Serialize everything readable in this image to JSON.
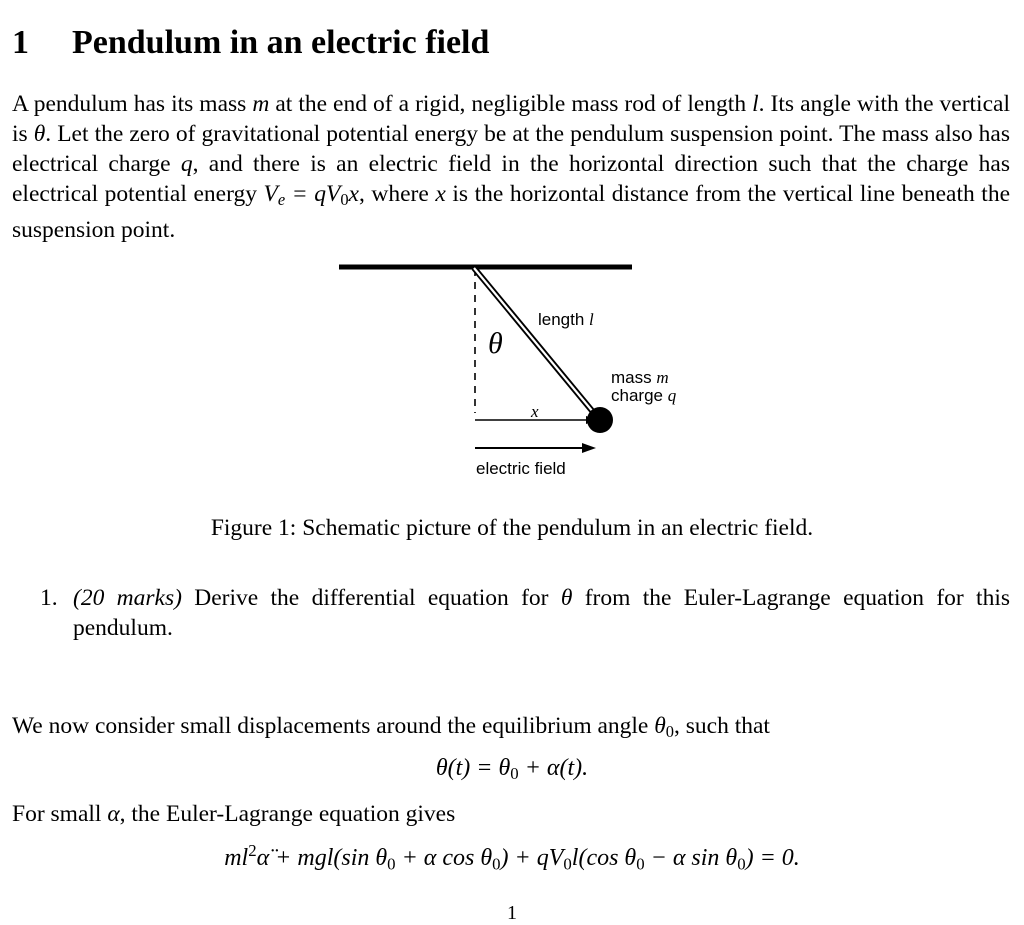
{
  "section": {
    "number": "1",
    "title": "Pendulum in an electric field"
  },
  "intro": {
    "s1": "A pendulum has its mass ",
    "m": "m",
    "s2": " at the end of a rigid, negligible mass rod of length ",
    "l": "l",
    "s3": ". Its angle with the vertical is ",
    "theta": "θ",
    "s4": ". Let the zero of gravitational potential energy be at the pendulum suspension point. The mass also has electrical charge ",
    "q": "q",
    "s5": ", and there is an electric field in the horizontal direction such that the charge has electrical potential energy ",
    "V": "V",
    "e": "e",
    "eq_rhs": " = qV",
    "zero": "0",
    "x_var": "x",
    "s6": ", where ",
    "x_var2": "x",
    "s7": " is the horizontal distance from the vertical line beneath the suspension point."
  },
  "figure": {
    "theta_symbol": "θ",
    "length_label": "length ",
    "length_var": "l",
    "mass_label": "mass ",
    "mass_var": "m",
    "charge_label": "charge ",
    "charge_var": "q",
    "x_label": "x",
    "field_label": "electric field",
    "caption": "Figure 1: Schematic picture of the pendulum in an electric field."
  },
  "question1": {
    "number": "1.",
    "marks": "(20 marks)",
    "t1": " Derive the differential equation for ",
    "theta": "θ",
    "t2": " from the Euler-Lagrange equation for this pendulum."
  },
  "para2": {
    "t1": "We now consider small displacements around the equilibrium angle ",
    "theta": "θ",
    "zero": "0",
    "t2": ", such that"
  },
  "eq1": {
    "lhs": "θ(t) = θ",
    "zero": "0",
    "rhs": " + α(t)."
  },
  "para3": {
    "t1": "For small ",
    "alpha": "α",
    "t2": ", the Euler-Lagrange equation gives"
  },
  "eq2": {
    "a": "ml",
    "sq": "2",
    "b": "α̈ + mgl(sin θ",
    "z1": "0",
    "c": " + α cos θ",
    "z2": "0",
    "d": ") + qV",
    "z3": "0",
    "e": "l(cos θ",
    "z4": "0",
    "f": " − α sin θ",
    "z5": "0",
    "g": ") = 0."
  },
  "page_number": "1"
}
